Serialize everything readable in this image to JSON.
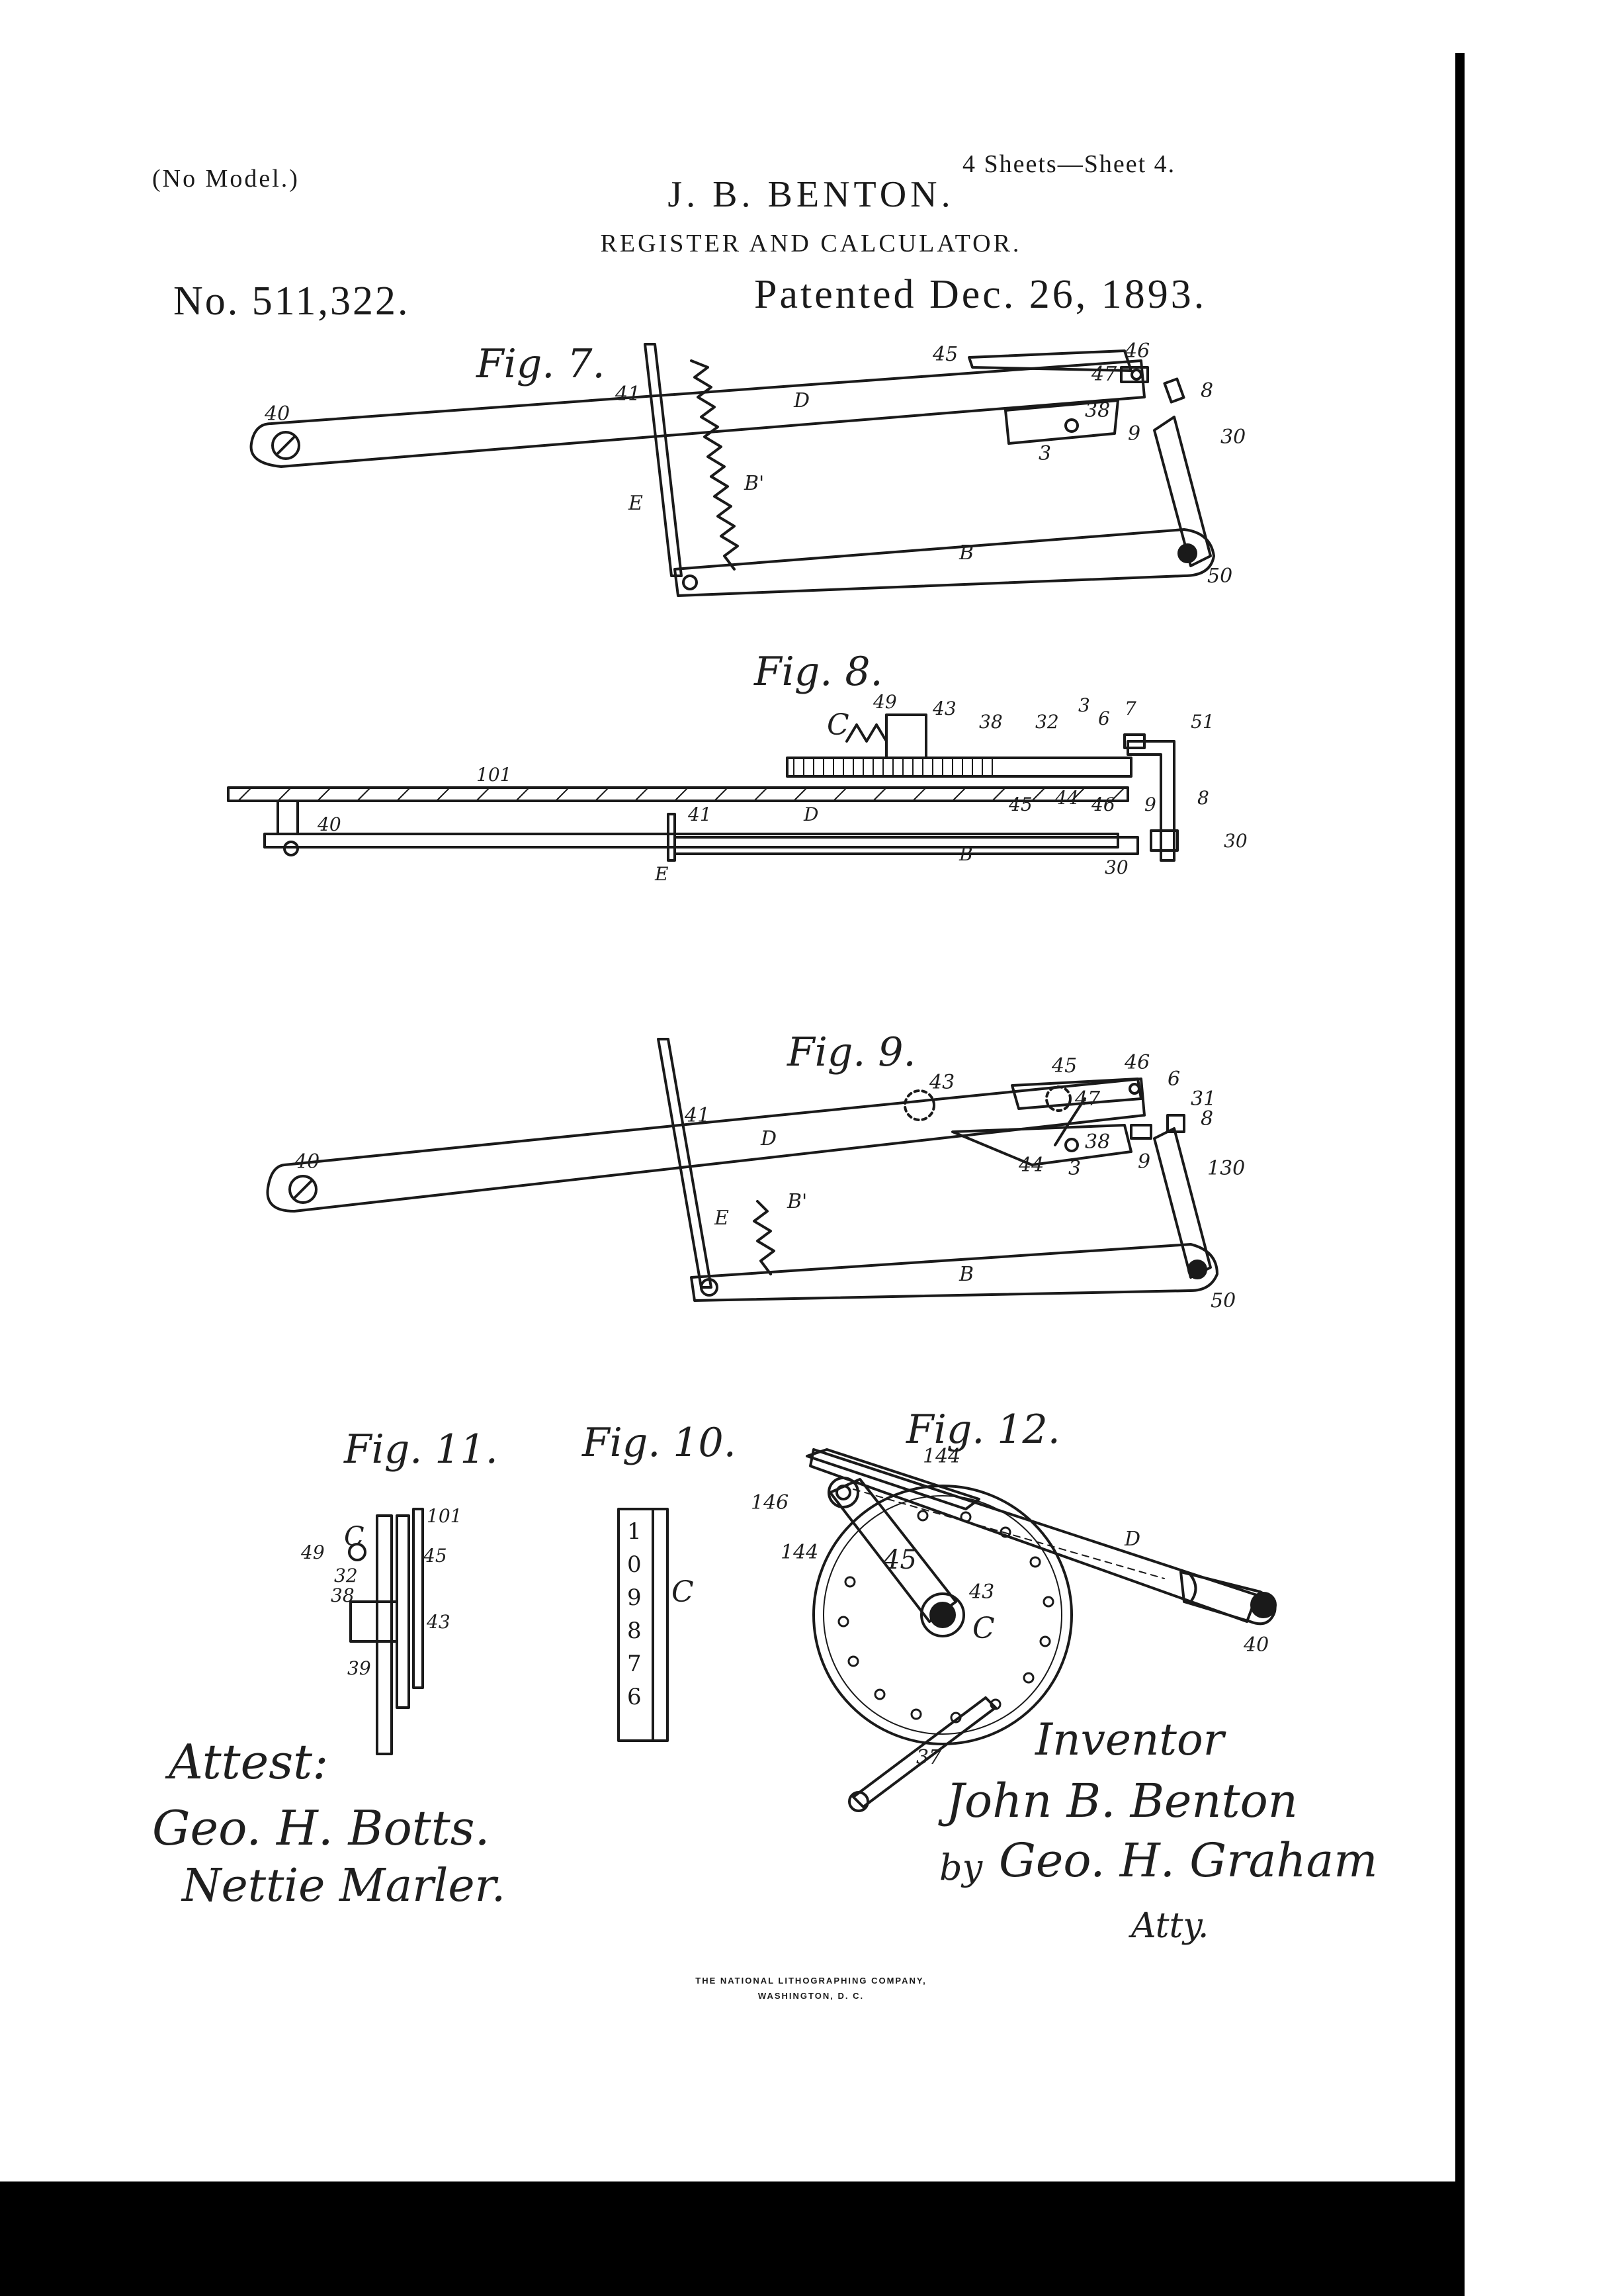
{
  "header": {
    "no_model": "(No Model.)",
    "sheets": "4 Sheets—Sheet 4.",
    "inventor": "J. B. BENTON.",
    "title": "REGISTER AND CALCULATOR.",
    "patent_number": "No. 511,322.",
    "patented": "Patented Dec. 26, 1893."
  },
  "figures": [
    {
      "id": "fig7",
      "title": "Fig. 7.",
      "labels": [
        "40",
        "41",
        "D",
        "B'",
        "E",
        "B",
        "45",
        "46",
        "47",
        "38",
        "3",
        "9",
        "8",
        "30",
        "50"
      ]
    },
    {
      "id": "fig8",
      "title": "Fig. 8.",
      "labels": [
        "C",
        "49",
        "43",
        "38",
        "32",
        "3",
        "6",
        "7",
        "51",
        "101",
        "40",
        "41",
        "D",
        "45",
        "44",
        "46",
        "9",
        "8",
        "E",
        "B",
        "30",
        "30"
      ]
    },
    {
      "id": "fig9",
      "title": "Fig. 9.",
      "labels": [
        "40",
        "41",
        "D",
        "43",
        "45",
        "46",
        "6",
        "47",
        "31",
        "8",
        "38",
        "44",
        "3",
        "9",
        "130",
        "E",
        "B'",
        "B",
        "50"
      ]
    },
    {
      "id": "fig11",
      "title": "Fig. 11.",
      "labels": [
        "49",
        "C",
        "101",
        "45",
        "32",
        "38",
        "43",
        "39"
      ]
    },
    {
      "id": "fig10",
      "title": "Fig. 10.",
      "digits": [
        "1",
        "0",
        "9",
        "8",
        "7",
        "6"
      ],
      "labels": [
        "C"
      ]
    },
    {
      "id": "fig12",
      "title": "Fig. 12.",
      "labels": [
        "144",
        "146",
        "144",
        "45",
        "43",
        "C",
        "D",
        "40",
        "37"
      ]
    }
  ],
  "signatures": {
    "attest_label": "Attest:",
    "witness_1": "Geo. H. Botts.",
    "witness_2": "Nettie Marler.",
    "inventor_label": "Inventor",
    "inventor_name": "John B. Benton",
    "by": "by",
    "attorney": "Geo. H. Graham",
    "atty_label": "Atty."
  },
  "footer": {
    "lithographer": "THE NATIONAL LITHOGRAPHING COMPANY,",
    "city": "WASHINGTON, D. C."
  }
}
